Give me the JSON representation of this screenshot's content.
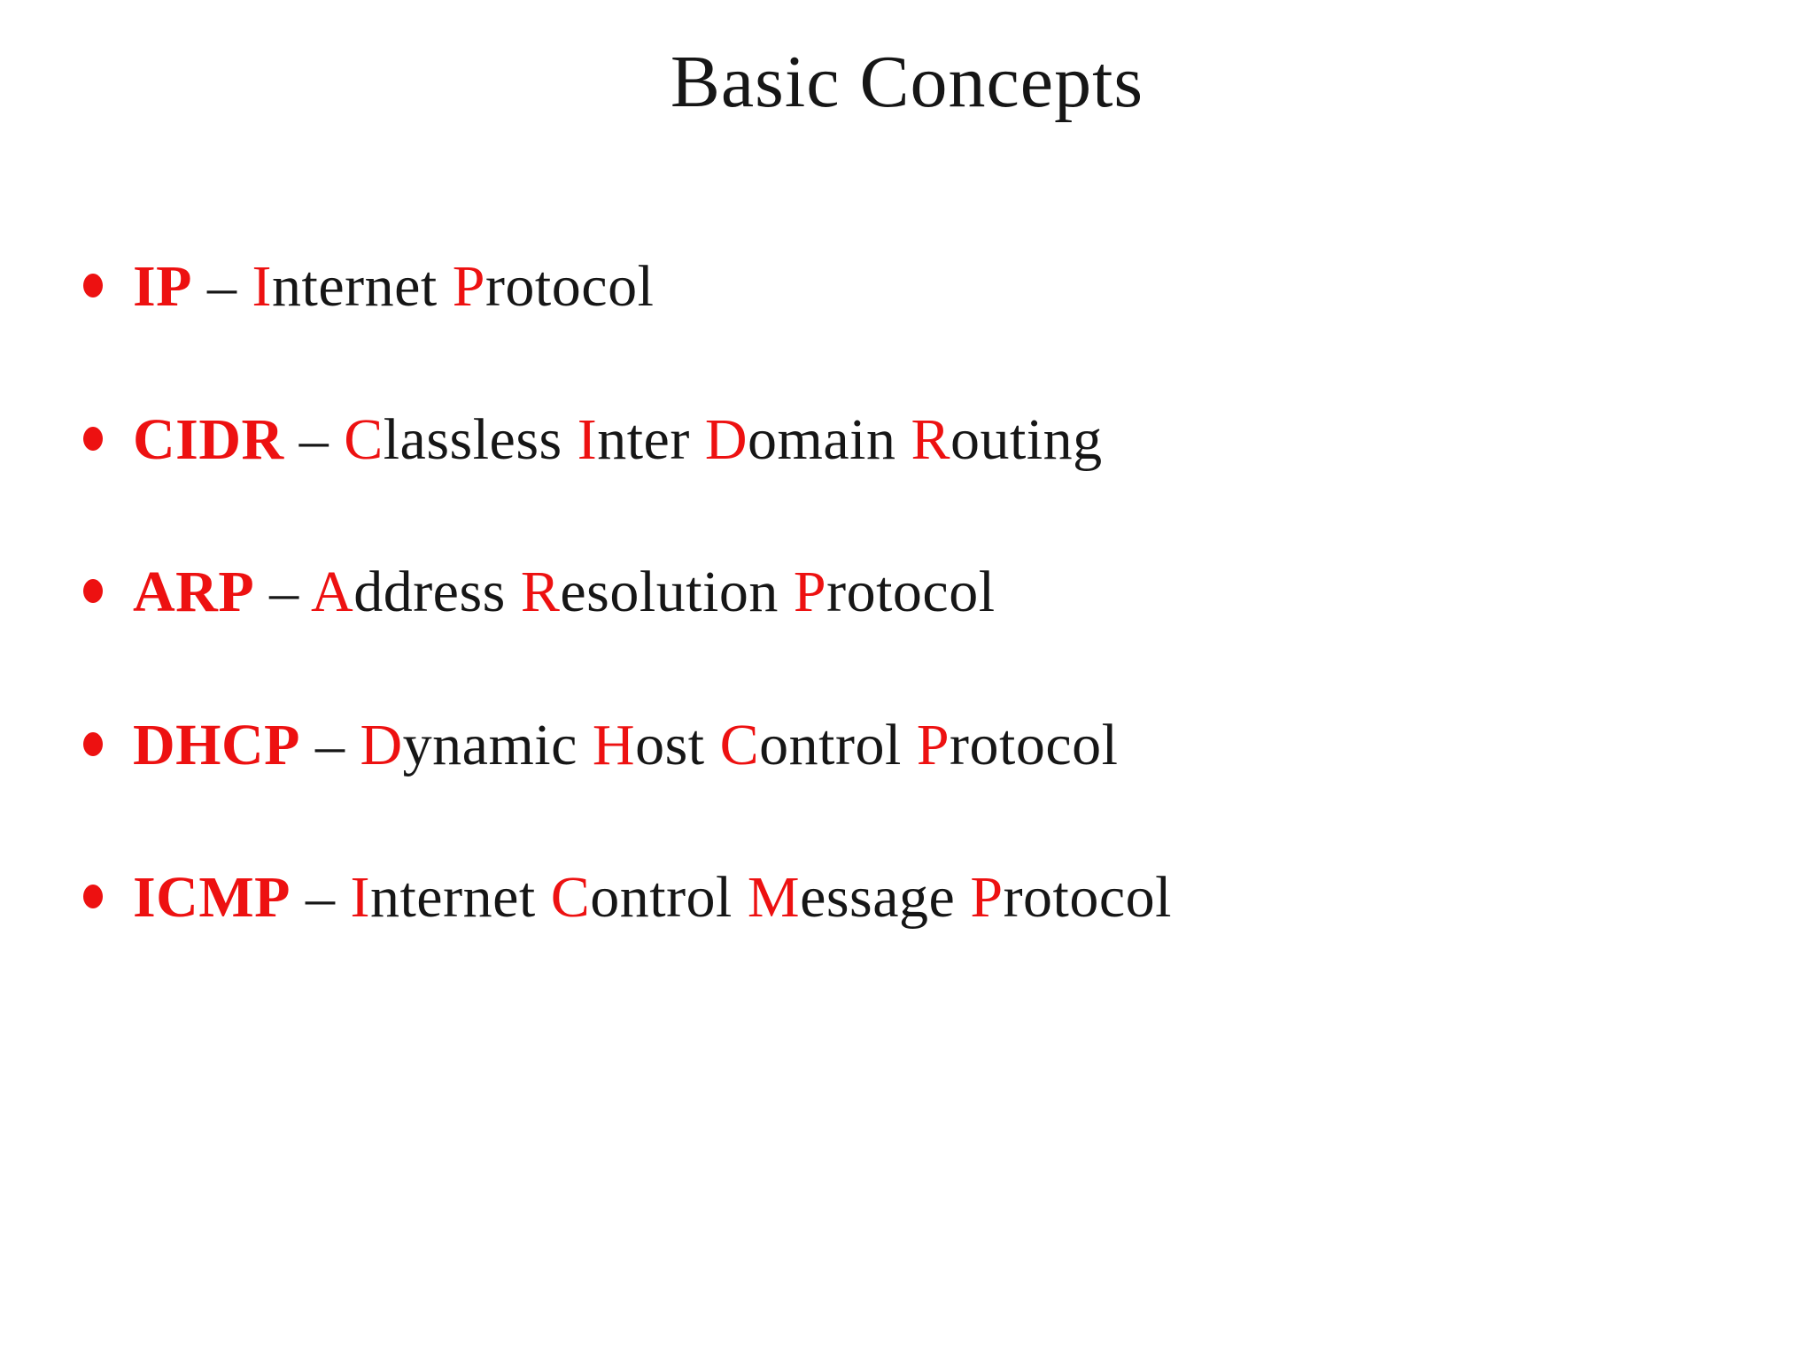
{
  "slide": {
    "title": "Basic Concepts",
    "bullets": [
      {
        "acronym": "IP",
        "separator": "–",
        "expansion": [
          "Internet",
          "Protocol"
        ]
      },
      {
        "acronym": "CIDR",
        "separator": "–",
        "expansion": [
          "Classless",
          "Inter",
          "Domain",
          "Routing"
        ]
      },
      {
        "acronym": "ARP",
        "separator": "–",
        "expansion": [
          "Address",
          "Resolution",
          "Protocol"
        ]
      },
      {
        "acronym": "DHCP",
        "separator": "–",
        "expansion": [
          "Dynamic",
          "Host",
          "Control",
          "Protocol"
        ]
      },
      {
        "acronym": "ICMP",
        "separator": "–",
        "expansion": [
          "Internet",
          "Control",
          "Message",
          "Protocol"
        ]
      }
    ]
  },
  "colors": {
    "accent": "#ED1111",
    "text": "#161616",
    "background": "#FFFFFF"
  }
}
